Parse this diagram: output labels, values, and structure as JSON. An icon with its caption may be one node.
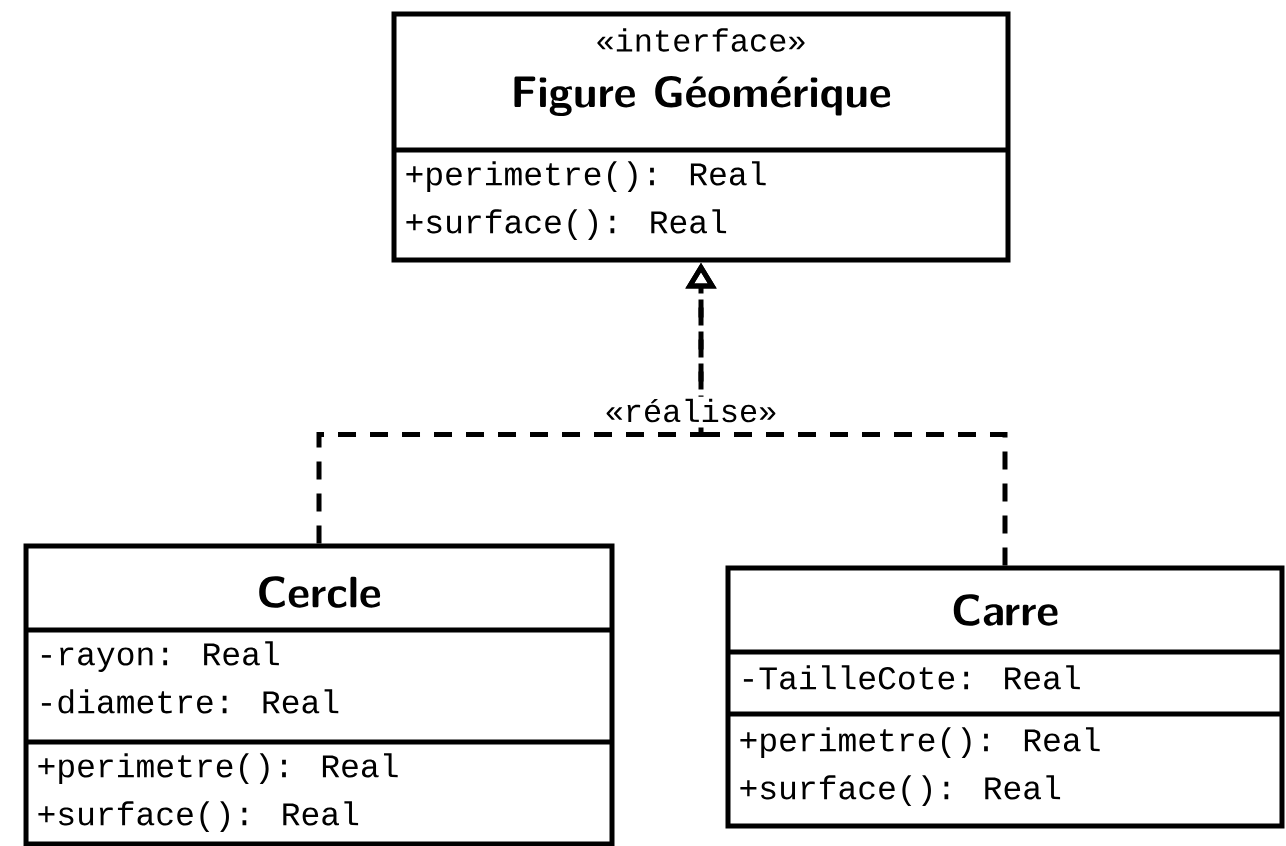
{
  "diagram": {
    "nodes": [
      {
        "text": [
          "«interface»",
          "Figure Géomérique",
          "+perimetre(): Real",
          "+surface(): Real"
        ]
      },
      {
        "text": [
          "Cercle",
          "-rayon: Real",
          "-diametre: Real",
          "+perimetre(): Real",
          "+surface(): Real"
        ]
      },
      {
        "text": [
          "Carre",
          "-TailleCote: Real",
          "+perimetre(): Real",
          "+surface(): Real"
        ]
      }
    ],
    "edges": [
      {
        "from": 1,
        "to": 0,
        "arrow": "to",
        "style": "dashed",
        "label": "«réalise»"
      },
      {
        "from": 2,
        "to": 0,
        "arrow": "to",
        "style": "dashed"
      }
    ]
  }
}
